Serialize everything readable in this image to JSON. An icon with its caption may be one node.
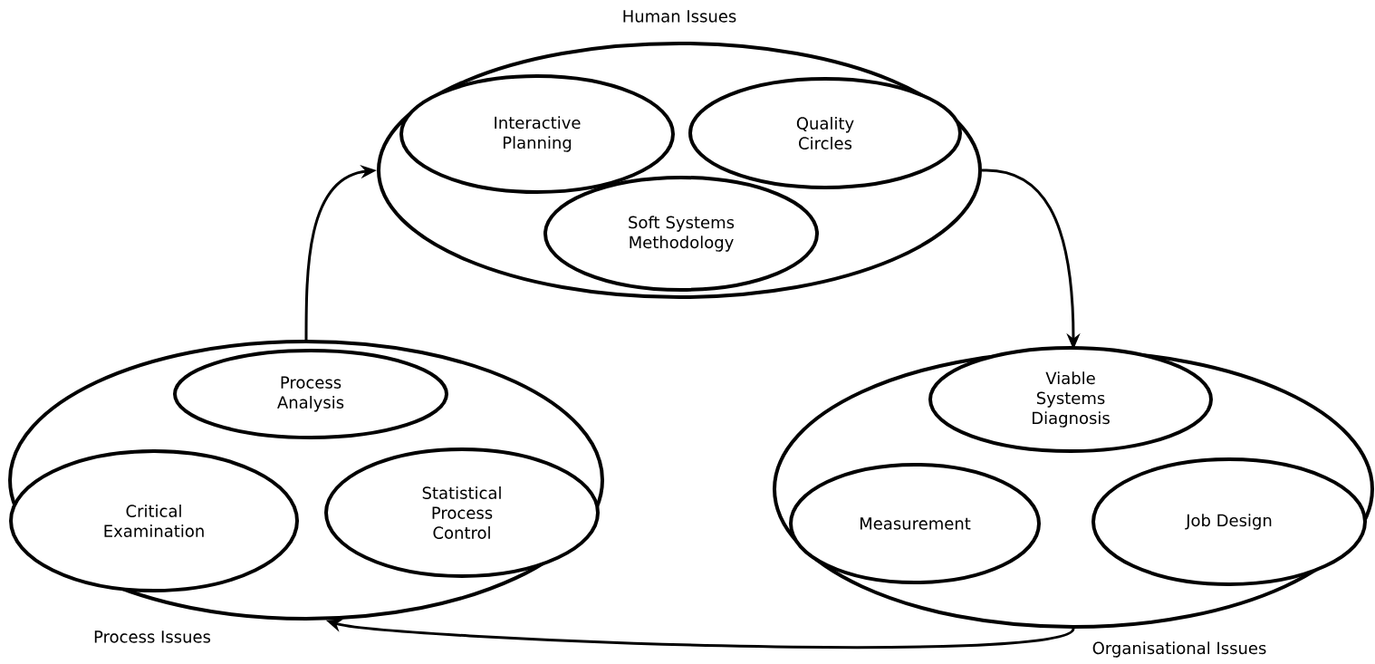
{
  "diagram": {
    "nodes": [
      {
        "text": [
          "Human Issues"
        ]
      },
      {
        "text": [
          "Interactive Planning"
        ],
        "in": 0
      },
      {
        "text": [
          "Quality Circles"
        ],
        "in": 0
      },
      {
        "text": [
          "Soft Systems Methodology"
        ],
        "in": 0
      },
      {
        "text": [
          "Process Issues"
        ]
      },
      {
        "text": [
          "Process Analysis"
        ],
        "in": 4
      },
      {
        "text": [
          "Critical Examination"
        ],
        "in": 4
      },
      {
        "text": [
          "Statistical Process Control"
        ],
        "in": 4
      },
      {
        "text": [
          "Organisational Issues"
        ]
      },
      {
        "text": [
          "Viable Systems Diagnosis"
        ],
        "in": 8
      },
      {
        "text": [
          "Measurement"
        ],
        "in": 8
      },
      {
        "text": [
          "Job Design"
        ],
        "in": 8
      }
    ],
    "edges": [
      {
        "from": 4,
        "to": 0,
        "arrow": "to"
      },
      {
        "from": 0,
        "to": 8,
        "arrow": "to"
      },
      {
        "from": 8,
        "to": 4,
        "arrow": "to"
      }
    ]
  }
}
